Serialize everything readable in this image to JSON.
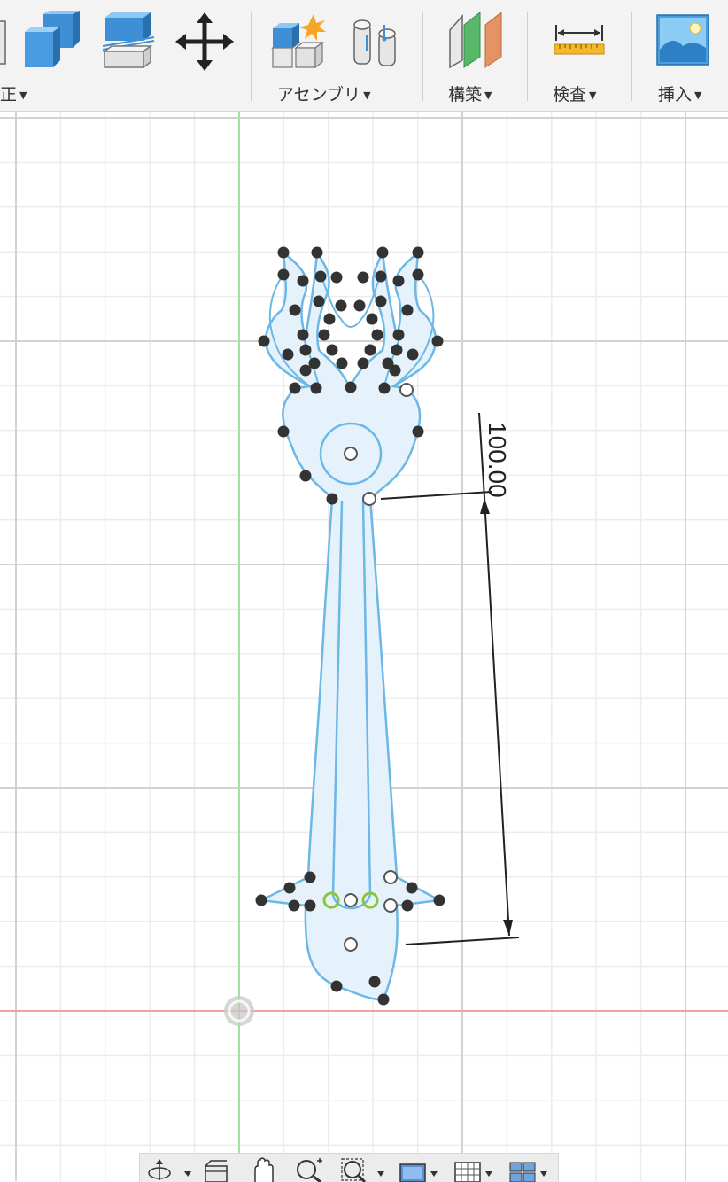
{
  "toolbar": {
    "groups": [
      {
        "label": "修正",
        "visible_label": "正"
      },
      {
        "label": "アセンブリ"
      },
      {
        "label": "構築"
      },
      {
        "label": "検査"
      },
      {
        "label": "挿入"
      }
    ],
    "caret": "▼"
  },
  "canvas": {
    "dimension_value": "100.00",
    "colors": {
      "grid_minor": "#ececec",
      "grid_major": "#d2d2d2",
      "x_axis": "#f2a0a0",
      "y_axis": "#9fe39f",
      "sketch_line": "#6bb8e6",
      "sketch_fill": "#e6f2fb",
      "point": "#333333",
      "constraint_green": "#8ac440"
    }
  },
  "navbar": {
    "icons": [
      "orbit-icon",
      "look-at-icon",
      "pan-hand-icon",
      "zoom-icon",
      "zoom-window-icon",
      "display-settings-icon",
      "grid-settings-icon",
      "viewports-icon"
    ]
  }
}
